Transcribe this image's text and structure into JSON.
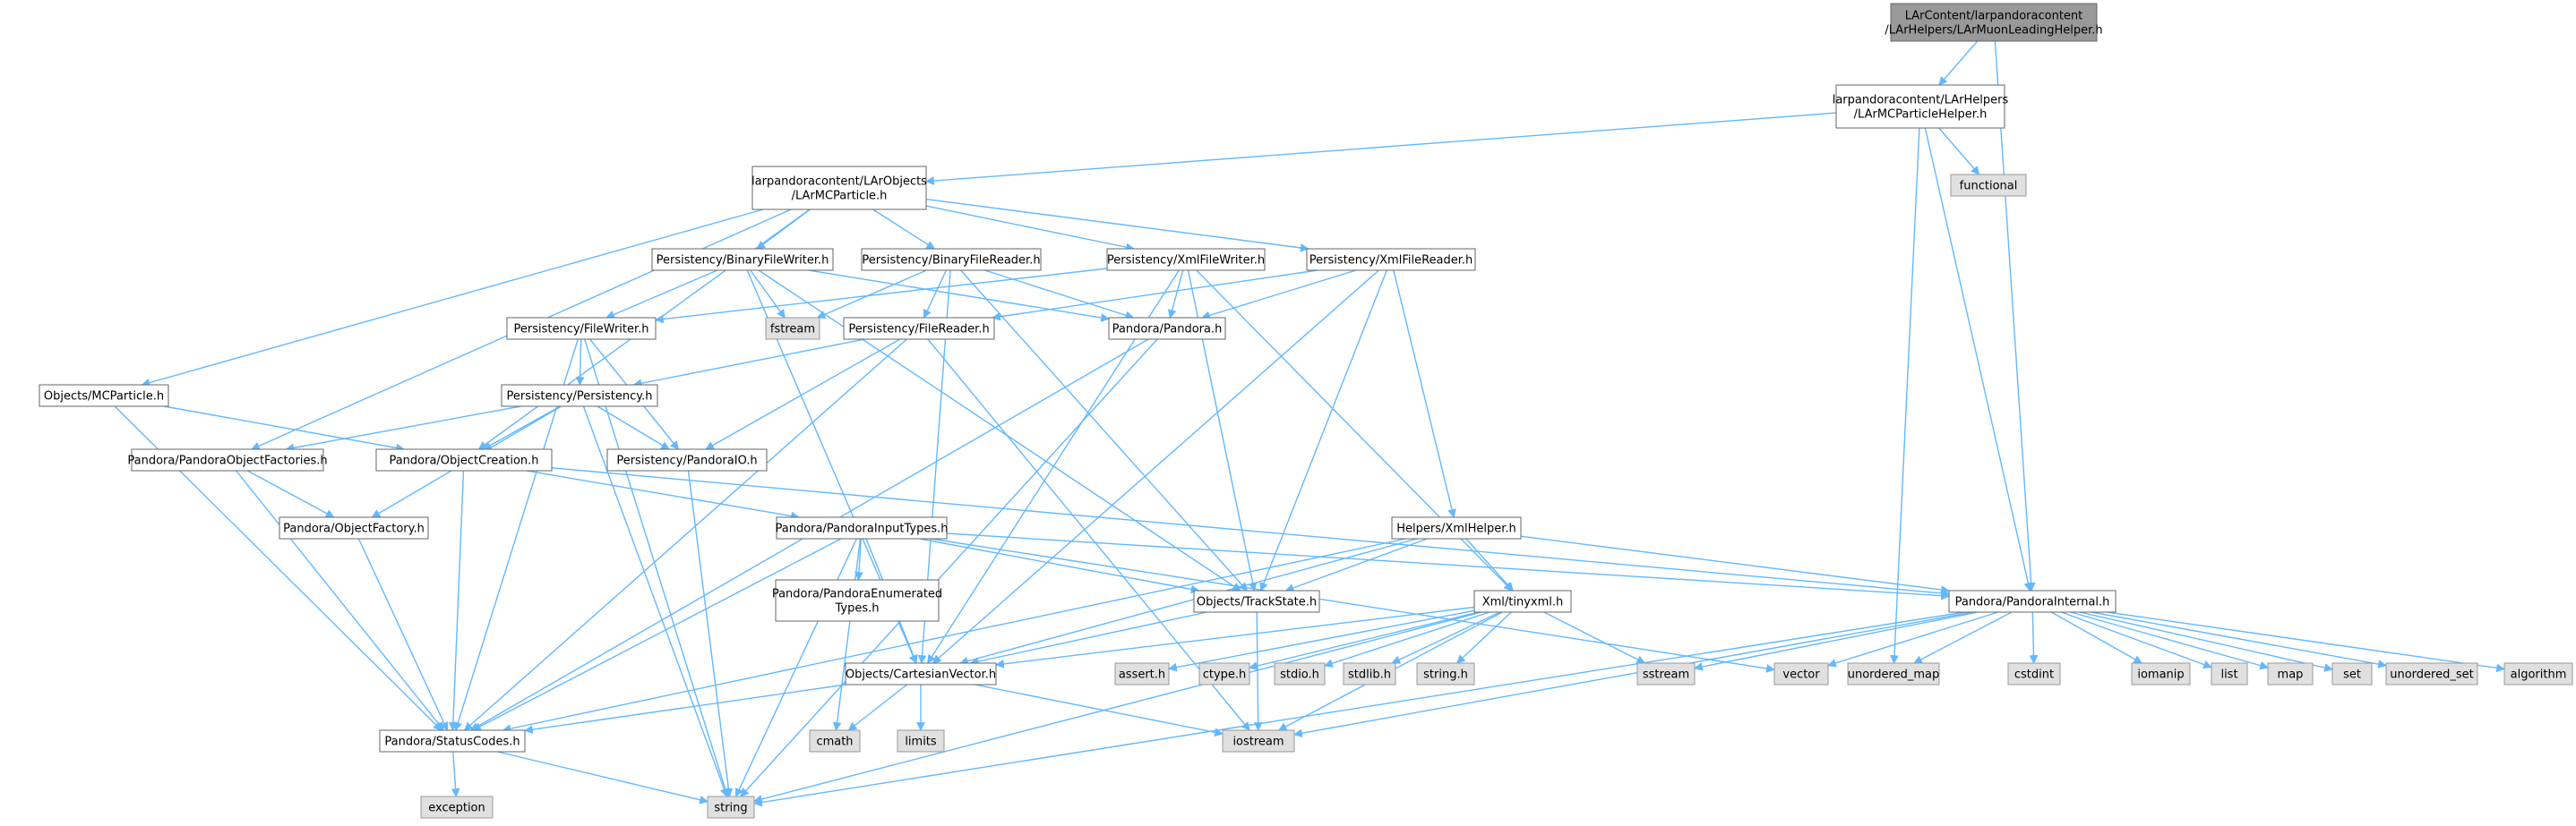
{
  "colors": {
    "edge": "#63b8ff",
    "root_fill": "#999999",
    "root_border": "#666666",
    "local_fill": "#ffffff",
    "local_border": "#666666",
    "system_fill": "#e0e0e0",
    "system_border": "#999999"
  },
  "nodes": [
    {
      "id": "root",
      "kind": "root",
      "lines": [
        "LArContent/larpandoracontent",
        "/LArHelpers/LArMuonLeadingHelper.h"
      ]
    },
    {
      "id": "mcph",
      "kind": "local",
      "lines": [
        "larpandoracontent/LArHelpers",
        "/LArMCParticleHelper.h"
      ]
    },
    {
      "id": "functional",
      "kind": "system",
      "lines": [
        "functional"
      ]
    },
    {
      "id": "larmcp",
      "kind": "local",
      "lines": [
        "larpandoracontent/LArObjects",
        "/LArMCParticle.h"
      ]
    },
    {
      "id": "bfw",
      "kind": "local",
      "lines": [
        "Persistency/BinaryFileWriter.h"
      ]
    },
    {
      "id": "bfr",
      "kind": "local",
      "lines": [
        "Persistency/BinaryFileReader.h"
      ]
    },
    {
      "id": "xfw",
      "kind": "local",
      "lines": [
        "Persistency/XmlFileWriter.h"
      ]
    },
    {
      "id": "xfr",
      "kind": "local",
      "lines": [
        "Persistency/XmlFileReader.h"
      ]
    },
    {
      "id": "fstream",
      "kind": "system",
      "lines": [
        "fstream"
      ]
    },
    {
      "id": "fw",
      "kind": "local",
      "lines": [
        "Persistency/FileWriter.h"
      ]
    },
    {
      "id": "fr",
      "kind": "local",
      "lines": [
        "Persistency/FileReader.h"
      ]
    },
    {
      "id": "pandora",
      "kind": "local",
      "lines": [
        "Pandora/Pandora.h"
      ]
    },
    {
      "id": "mcp",
      "kind": "local",
      "lines": [
        "Objects/MCParticle.h"
      ]
    },
    {
      "id": "pers",
      "kind": "local",
      "lines": [
        "Persistency/Persistency.h"
      ]
    },
    {
      "id": "pof",
      "kind": "local",
      "lines": [
        "Pandora/PandoraObjectFactories.h"
      ]
    },
    {
      "id": "oc",
      "kind": "local",
      "lines": [
        "Pandora/ObjectCreation.h"
      ]
    },
    {
      "id": "pio",
      "kind": "local",
      "lines": [
        "Persistency/PandoraIO.h"
      ]
    },
    {
      "id": "of",
      "kind": "local",
      "lines": [
        "Pandora/ObjectFactory.h"
      ]
    },
    {
      "id": "pit",
      "kind": "local",
      "lines": [
        "Pandora/PandoraInputTypes.h"
      ]
    },
    {
      "id": "xh",
      "kind": "local",
      "lines": [
        "Helpers/XmlHelper.h"
      ]
    },
    {
      "id": "pet",
      "kind": "local",
      "lines": [
        "Pandora/PandoraEnumerated",
        "Types.h"
      ]
    },
    {
      "id": "ts",
      "kind": "local",
      "lines": [
        "Objects/TrackState.h"
      ]
    },
    {
      "id": "tx",
      "kind": "local",
      "lines": [
        "Xml/tinyxml.h"
      ]
    },
    {
      "id": "pi",
      "kind": "local",
      "lines": [
        "Pandora/PandoraInternal.h"
      ]
    },
    {
      "id": "cv",
      "kind": "local",
      "lines": [
        "Objects/CartesianVector.h"
      ]
    },
    {
      "id": "assert",
      "kind": "system",
      "lines": [
        "assert.h"
      ]
    },
    {
      "id": "ctype",
      "kind": "system",
      "lines": [
        "ctype.h"
      ]
    },
    {
      "id": "stdio",
      "kind": "system",
      "lines": [
        "stdio.h"
      ]
    },
    {
      "id": "stdlib",
      "kind": "system",
      "lines": [
        "stdlib.h"
      ]
    },
    {
      "id": "stringh",
      "kind": "system",
      "lines": [
        "string.h"
      ]
    },
    {
      "id": "sstream",
      "kind": "system",
      "lines": [
        "sstream"
      ]
    },
    {
      "id": "vector",
      "kind": "system",
      "lines": [
        "vector"
      ]
    },
    {
      "id": "umap",
      "kind": "system",
      "lines": [
        "unordered_map"
      ]
    },
    {
      "id": "cstdint",
      "kind": "system",
      "lines": [
        "cstdint"
      ]
    },
    {
      "id": "iomanip",
      "kind": "system",
      "lines": [
        "iomanip"
      ]
    },
    {
      "id": "list",
      "kind": "system",
      "lines": [
        "list"
      ]
    },
    {
      "id": "map",
      "kind": "system",
      "lines": [
        "map"
      ]
    },
    {
      "id": "set",
      "kind": "system",
      "lines": [
        "set"
      ]
    },
    {
      "id": "uset",
      "kind": "system",
      "lines": [
        "unordered_set"
      ]
    },
    {
      "id": "algorithm",
      "kind": "system",
      "lines": [
        "algorithm"
      ]
    },
    {
      "id": "sc",
      "kind": "local",
      "lines": [
        "Pandora/StatusCodes.h"
      ]
    },
    {
      "id": "cmath",
      "kind": "system",
      "lines": [
        "cmath"
      ]
    },
    {
      "id": "limits",
      "kind": "system",
      "lines": [
        "limits"
      ]
    },
    {
      "id": "iostream",
      "kind": "system",
      "lines": [
        "iostream"
      ]
    },
    {
      "id": "exception",
      "kind": "system",
      "lines": [
        "exception"
      ]
    },
    {
      "id": "string",
      "kind": "system",
      "lines": [
        "string"
      ]
    }
  ],
  "edges": [
    [
      "root",
      "mcph"
    ],
    [
      "root",
      "pi"
    ],
    [
      "mcph",
      "larmcp"
    ],
    [
      "mcph",
      "functional"
    ],
    [
      "mcph",
      "umap"
    ],
    [
      "mcph",
      "pi"
    ],
    [
      "larmcp",
      "bfw"
    ],
    [
      "larmcp",
      "bfr"
    ],
    [
      "larmcp",
      "xfw"
    ],
    [
      "larmcp",
      "xfr"
    ],
    [
      "larmcp",
      "mcp"
    ],
    [
      "larmcp",
      "pof"
    ],
    [
      "larmcp",
      "oc"
    ],
    [
      "bfw",
      "fw"
    ],
    [
      "bfw",
      "fstream"
    ],
    [
      "bfw",
      "pandora"
    ],
    [
      "bfw",
      "ts"
    ],
    [
      "bfw",
      "cv"
    ],
    [
      "bfr",
      "fr"
    ],
    [
      "bfr",
      "fstream"
    ],
    [
      "bfr",
      "pandora"
    ],
    [
      "bfr",
      "ts"
    ],
    [
      "bfr",
      "cv"
    ],
    [
      "xfw",
      "fw"
    ],
    [
      "xfw",
      "pandora"
    ],
    [
      "xfw",
      "ts"
    ],
    [
      "xfw",
      "tx"
    ],
    [
      "xfw",
      "cv"
    ],
    [
      "xfr",
      "fr"
    ],
    [
      "xfr",
      "pandora"
    ],
    [
      "xfr",
      "xh"
    ],
    [
      "xfr",
      "ts"
    ],
    [
      "xfr",
      "cv"
    ],
    [
      "fw",
      "pers"
    ],
    [
      "fw",
      "pio"
    ],
    [
      "fw",
      "sc"
    ],
    [
      "fw",
      "string"
    ],
    [
      "fr",
      "pers"
    ],
    [
      "fr",
      "pio"
    ],
    [
      "fr",
      "sc"
    ],
    [
      "fr",
      "iostream"
    ],
    [
      "pandora",
      "sc"
    ],
    [
      "pandora",
      "string"
    ],
    [
      "mcp",
      "oc"
    ],
    [
      "mcp",
      "sc"
    ],
    [
      "pers",
      "pof"
    ],
    [
      "pers",
      "oc"
    ],
    [
      "pers",
      "pio"
    ],
    [
      "pers",
      "of"
    ],
    [
      "pers",
      "string"
    ],
    [
      "pof",
      "of"
    ],
    [
      "pof",
      "sc"
    ],
    [
      "oc",
      "pit"
    ],
    [
      "oc",
      "sc"
    ],
    [
      "oc",
      "pi"
    ],
    [
      "pio",
      "string"
    ],
    [
      "of",
      "sc"
    ],
    [
      "pit",
      "pet"
    ],
    [
      "pit",
      "ts"
    ],
    [
      "pit",
      "cv"
    ],
    [
      "pit",
      "pi"
    ],
    [
      "pit",
      "sc"
    ],
    [
      "pit",
      "string"
    ],
    [
      "pit",
      "cmath"
    ],
    [
      "pit",
      "vector"
    ],
    [
      "xh",
      "tx"
    ],
    [
      "xh",
      "ts"
    ],
    [
      "xh",
      "cv"
    ],
    [
      "xh",
      "pi"
    ],
    [
      "xh",
      "sc"
    ],
    [
      "ts",
      "cv"
    ],
    [
      "ts",
      "iostream"
    ],
    [
      "tx",
      "assert"
    ],
    [
      "tx",
      "ctype"
    ],
    [
      "tx",
      "stdio"
    ],
    [
      "tx",
      "stdlib"
    ],
    [
      "tx",
      "stringh"
    ],
    [
      "tx",
      "sstream"
    ],
    [
      "tx",
      "iostream"
    ],
    [
      "tx",
      "string"
    ],
    [
      "tx",
      "cv"
    ],
    [
      "cv",
      "sc"
    ],
    [
      "cv",
      "cmath"
    ],
    [
      "cv",
      "limits"
    ],
    [
      "cv",
      "iostream"
    ],
    [
      "pi",
      "sstream"
    ],
    [
      "pi",
      "vector"
    ],
    [
      "pi",
      "umap"
    ],
    [
      "pi",
      "cstdint"
    ],
    [
      "pi",
      "iomanip"
    ],
    [
      "pi",
      "list"
    ],
    [
      "pi",
      "map"
    ],
    [
      "pi",
      "set"
    ],
    [
      "pi",
      "uset"
    ],
    [
      "pi",
      "algorithm"
    ],
    [
      "pi",
      "iostream"
    ],
    [
      "pi",
      "string"
    ],
    [
      "sc",
      "exception"
    ],
    [
      "sc",
      "string"
    ]
  ]
}
